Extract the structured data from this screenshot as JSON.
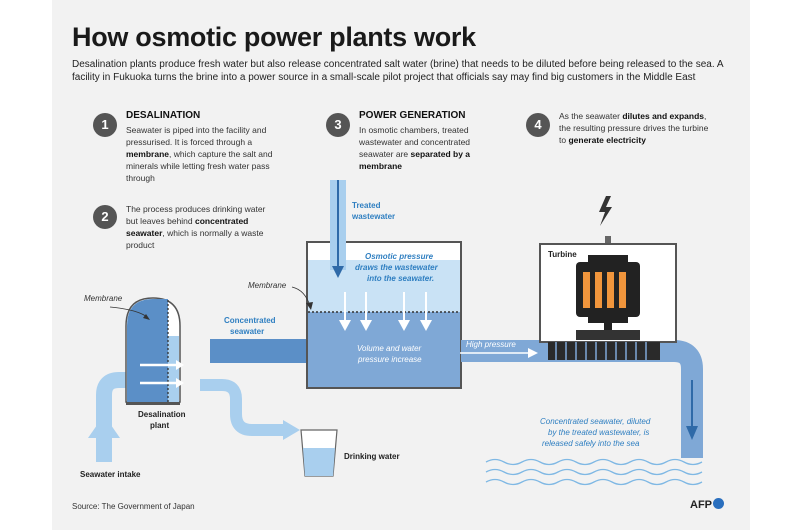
{
  "title": "How osmotic power plants work",
  "subtitle": "Desalination plants produce fresh water but also release concentrated salt water (brine) that needs to be diluted before being released to the sea. A facility in Fukuoka turns the brine into a power source in a small-scale pilot project that officials say may find big customers in the Middle East",
  "steps": [
    {
      "num": "1",
      "heading": "DESALINATION",
      "text": [
        {
          "t": "Seawater is piped into the facility and pressurised. It is forced through a ",
          "b": false
        },
        {
          "t": "membrane",
          "b": true
        },
        {
          "t": ", which capture the salt and minerals while letting fresh water pass through",
          "b": false
        }
      ]
    },
    {
      "num": "2",
      "heading": "",
      "text": [
        {
          "t": "The process produces drinking water but leaves behind ",
          "b": false
        },
        {
          "t": "concentrated seawater",
          "b": true
        },
        {
          "t": ", which is normally a waste product",
          "b": false
        }
      ]
    },
    {
      "num": "3",
      "heading": "POWER GENERATION",
      "text": [
        {
          "t": "In osmotic chambers, treated wastewater and concentrated seawater are ",
          "b": false
        },
        {
          "t": "separated by a membrane",
          "b": true
        }
      ]
    },
    {
      "num": "4",
      "heading": "",
      "text": [
        {
          "t": "As the seawater ",
          "b": false
        },
        {
          "t": "dilutes and expands",
          "b": true
        },
        {
          "t": ", the resulting pressure drives the turbine to ",
          "b": false
        },
        {
          "t": "generate electricity",
          "b": true
        }
      ]
    }
  ],
  "labels": {
    "treated_line1": "Treated",
    "treated_line2": "wastewater",
    "osmotic_line1": "Osmotic pressure",
    "osmotic_line2": "draws the wastewater",
    "osmotic_line3": "into the seawater.",
    "membrane_chamber": "Membrane",
    "membrane_plant": "Membrane",
    "concentrated_line1": "Concentrated",
    "concentrated_line2": "seawater",
    "volume_line1": "Volume and water",
    "volume_line2": "pressure increase",
    "high_pressure": "High pressure",
    "turbine": "Turbine",
    "plant_line1": "Desalination",
    "plant_line2": "plant",
    "drinking_water": "Drinking water",
    "seawater_intake": "Seawater intake",
    "release_line1": "Concentrated seawater, diluted",
    "release_line2": "by the treated wastewater, is",
    "release_line3": "released safely into the sea"
  },
  "source": "Source: The Government of Japan",
  "logo_text": "AFP",
  "colors": {
    "pipe_light": "#a9cfee",
    "pipe_dark": "#5b8fc7",
    "water_mid": "#7fa8d6",
    "label_blue": "#2f7fc1",
    "step_circle": "#555555",
    "turbine_orange": "#f0953c",
    "logo_blue": "#2a6fbe"
  },
  "icons": [
    "lightning-bolt-icon",
    "turbine-icon",
    "glass-icon",
    "waves-icon"
  ]
}
